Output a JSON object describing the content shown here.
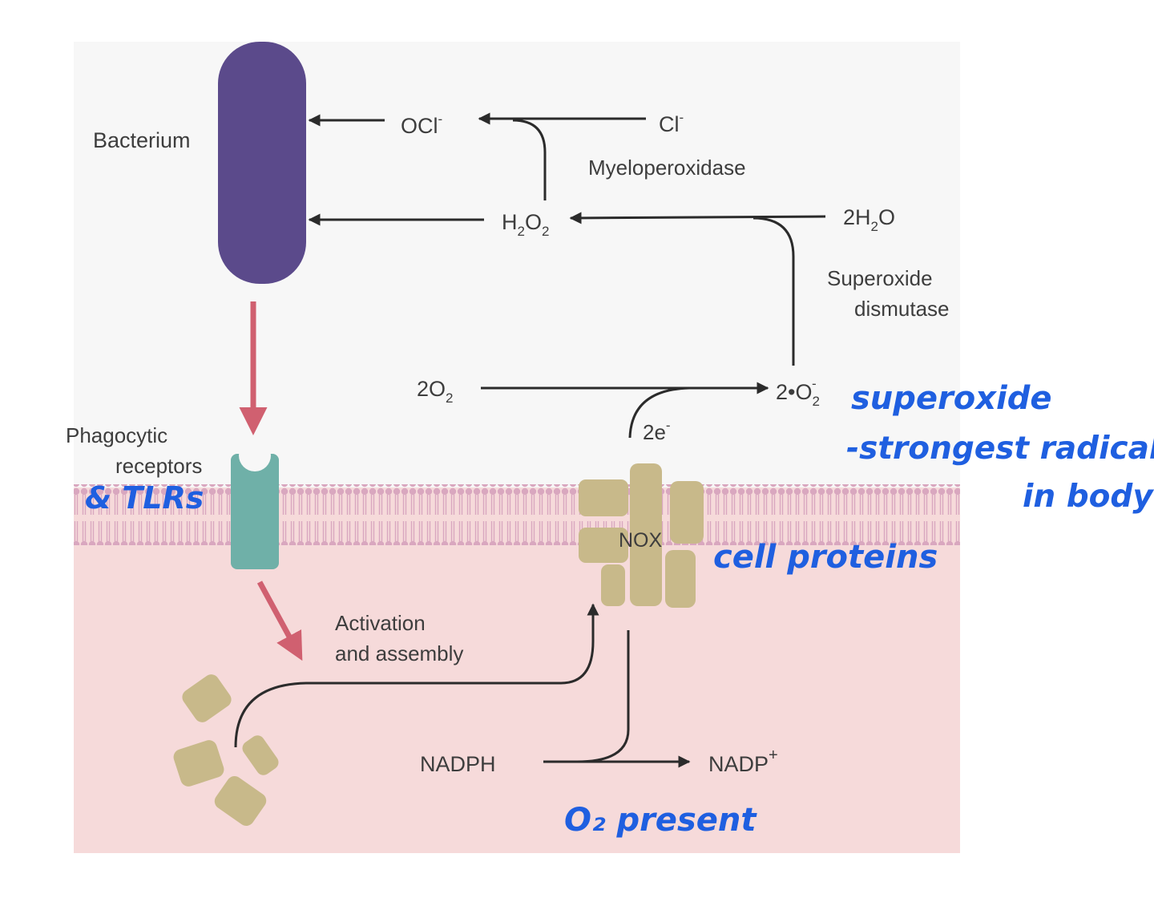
{
  "labels": {
    "bacterium": "Bacterium",
    "ocl": "OCl",
    "ocl_sup": "-",
    "cl": "Cl",
    "cl_sup": "-",
    "myeloperoxidase": "Myeloperoxidase",
    "h2o2_h": "H",
    "h2o2_sub1": "2",
    "h2o2_o": "O",
    "h2o2_sub2": "2",
    "water_pre": "2H",
    "water_sub": "2",
    "water_post": "O",
    "sod_line1": "Superoxide",
    "sod_line2": "dismutase",
    "o2_pre": "2O",
    "o2_sub": "2",
    "superoxide_pre": "2•O",
    "superoxide_sub": "2",
    "superoxide_sup": "-",
    "electrons": "2e",
    "electrons_sup": "-",
    "phago_line1": "Phagocytic",
    "phago_line2": "receptors",
    "nox": "NOX",
    "activation_line1": "Activation",
    "activation_line2": "and assembly",
    "nadph": "NADPH",
    "nadp": "NADP",
    "nadp_sup": "+"
  },
  "annotations": {
    "tlrs": "& TLRs",
    "superoxide_note_1": "superoxide",
    "superoxide_note_2": "-strongest radical",
    "superoxide_note_3": "in body",
    "cell_proteins": "cell proteins",
    "o2_present": "O₂ present"
  },
  "colors": {
    "bacterium": "#5b4a8b",
    "receptor": "#6fb0a8",
    "protein": "#c8b98a",
    "membrane": "#d9a7bf",
    "cytoplasm": "#f6dada",
    "extracellular": "#f7f7f7",
    "red_arrow": "#d06070",
    "black_arrow": "#2b2b2b",
    "handwriting": "#1f5fe0"
  }
}
